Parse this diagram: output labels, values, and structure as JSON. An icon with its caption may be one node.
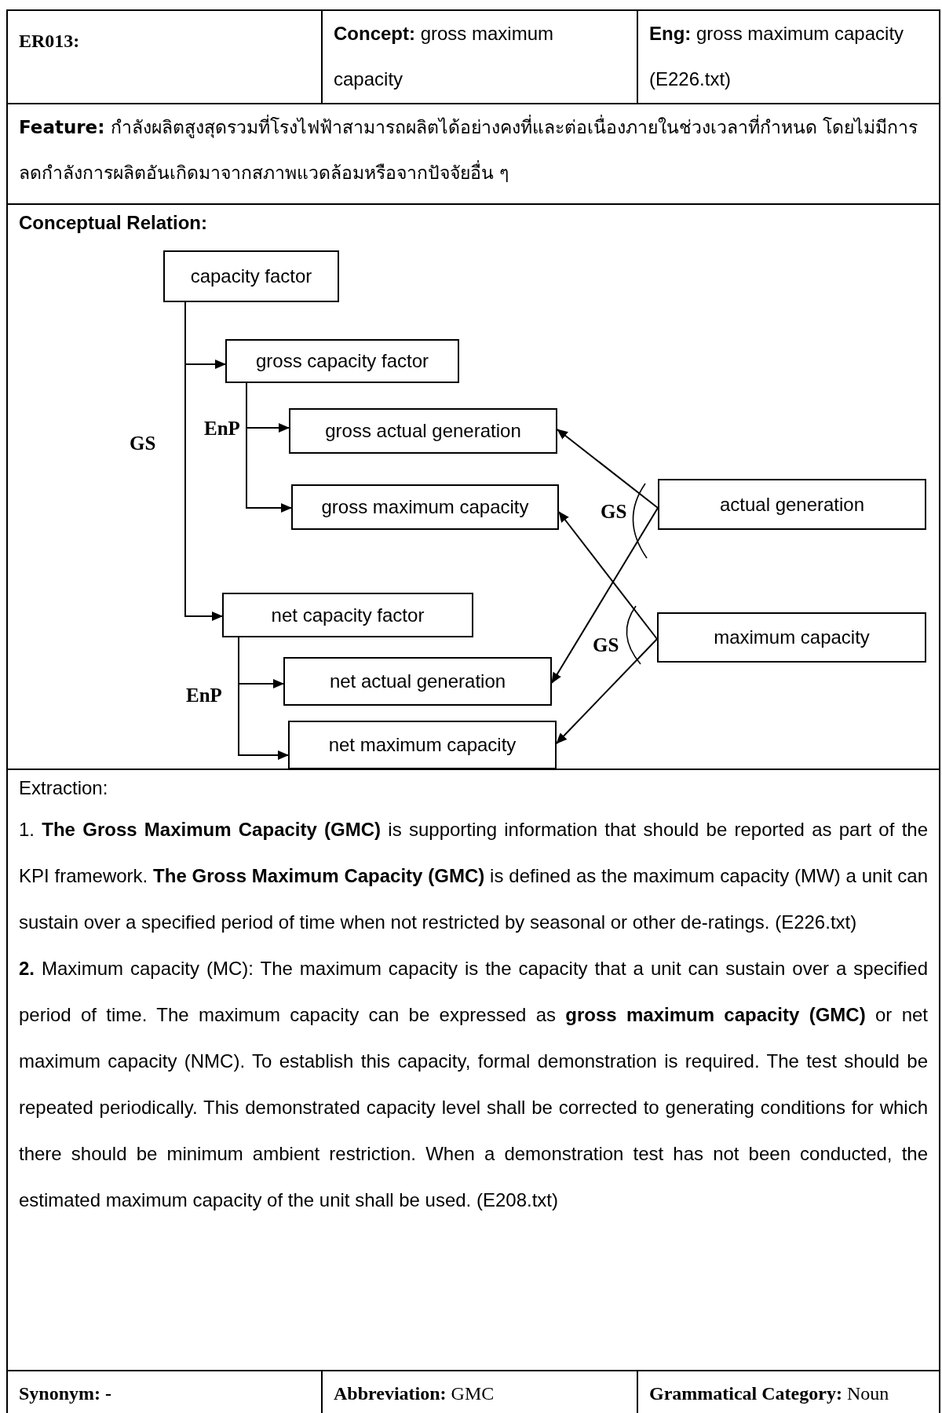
{
  "diagram": {
    "nodes": [
      {
        "text": [
          "capacity factor"
        ]
      },
      {
        "text": [
          "gross capacity factor"
        ]
      },
      {
        "text": [
          "gross actual generation"
        ]
      },
      {
        "text": [
          "gross maximum capacity"
        ]
      },
      {
        "text": [
          "actual generation"
        ]
      },
      {
        "text": [
          "net capacity factor"
        ]
      },
      {
        "text": [
          "maximum capacity"
        ]
      },
      {
        "text": [
          "net actual generation"
        ]
      },
      {
        "text": [
          "net maximum capacity"
        ]
      }
    ],
    "edges": [
      {
        "from": 0,
        "to": 1,
        "arrow": "to"
      },
      {
        "from": 0,
        "to": 5,
        "arrow": "to"
      },
      {
        "from": 1,
        "to": 2,
        "arrow": "to"
      },
      {
        "from": 1,
        "to": 3,
        "arrow": "to"
      },
      {
        "from": 5,
        "to": 7,
        "arrow": "to"
      },
      {
        "from": 5,
        "to": 8,
        "arrow": "to"
      },
      {
        "from": 4,
        "to": 2,
        "arrow": "to"
      },
      {
        "from": 4,
        "to": 7,
        "arrow": "to"
      },
      {
        "from": 6,
        "to": 3,
        "arrow": "to"
      },
      {
        "from": 6,
        "to": 8,
        "arrow": "to"
      }
    ],
    "labels": [
      "ER013:",
      "**Concept:** gross maximum capacity",
      "**Eng:** gross maximum capacity (E226.txt)",
      "**Feature:** กำลังผลิตสูงสุดรวมที่โรงไฟฟ้าสามารถผลิตได้อย่างคงที่และต่อเนื่องภายในช่วงเวลาที่กำหนด โดยไม่มีการลดกำลังการผลิตอันเกิดมาจากสภาพแวดล้อมหรือจากปัจจัยอื่น ๆ",
      "Conceptual Relation:",
      "EnP",
      "GS",
      "GS",
      "GS",
      "EnP",
      "Extraction:",
      "1. **The Gross Maximum Capacity (GMC)** is supporting information that should be reported as part of the KPI framework. **The Gross Maximum Capacity (GMC)** is defined as the maximum capacity (MW) a unit can sustain over a specified period of time when not restricted by seasonal or other de-ratings. (E226.txt)",
      "**2.** Maximum capacity (MC): The maximum capacity is the capacity that a unit can sustain over a specified period of time. The maximum capacity can be expressed as **gross maximum capacity (GMC)** or net maximum capacity (NMC). To establish this capacity, formal demonstration is required. The test should be repeated periodically. This demonstrated capacity level shall be corrected to generating conditions for which there should be minimum ambient restriction. When a demonstration test has not been conducted, the estimated maximum capacity of the unit shall be used. (E208.txt)",
      "Synonym: -",
      "**Abbreviation:** GMC",
      "**Grammatical Category:** Noun"
    ]
  }
}
